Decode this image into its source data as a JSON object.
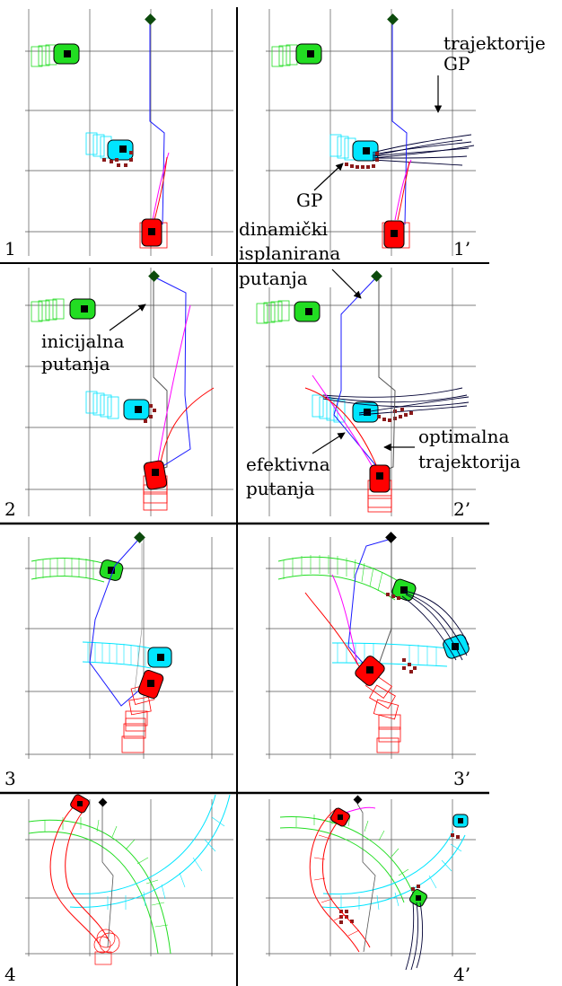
{
  "panels": [
    {
      "id": "1",
      "label": "1"
    },
    {
      "id": "1p",
      "label": "1’"
    },
    {
      "id": "2",
      "label": "2"
    },
    {
      "id": "2p",
      "label": "2’"
    },
    {
      "id": "3",
      "label": "3"
    },
    {
      "id": "3p",
      "label": "3’"
    },
    {
      "id": "4",
      "label": "4"
    },
    {
      "id": "4p",
      "label": "4’"
    }
  ],
  "annotations": {
    "trajektorije_gp_1": "trajektorije",
    "trajektorije_gp_2": "GP",
    "gp": "GP",
    "dinamicki_1": "dinamički",
    "dinamicki_2": "isplanirana",
    "dinamicki_3": "putanja",
    "inicijalna_1": "inicijalna",
    "inicijalna_2": "putanja",
    "optimalna_1": "optimalna",
    "optimalna_2": "trajektorija",
    "efektivna_1": "efektivna",
    "efektivna_2": "putanja"
  },
  "colors": {
    "robot_red": "#ff0000",
    "robot_green": "#22dd22",
    "robot_cyan": "#00e5ff",
    "planned_path": "#1a1aff",
    "initial_path": "#555555",
    "effective_path": "#ff00ff",
    "trajectories": "#000033",
    "goal": "#0c4a0c",
    "obstacle_points": "#8b1a1a"
  },
  "icons": {
    "goal": "diamond-icon",
    "robot": "robot-icon"
  }
}
